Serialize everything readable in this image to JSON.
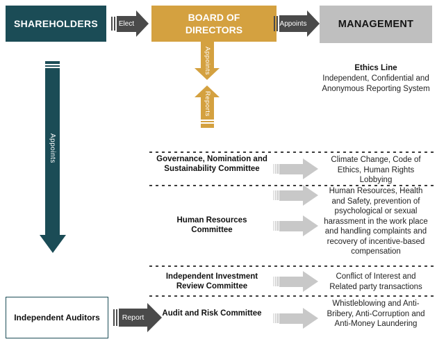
{
  "top_row": {
    "shareholders": "SHAREHOLDERS",
    "elect": "Elect",
    "board": "BOARD OF DIRECTORS",
    "appoints": "Appoints",
    "management": "MANAGEMENT"
  },
  "board_flows": {
    "appoints": "Appoints",
    "reports": "Reports"
  },
  "shareholders_flow": {
    "appoints": "Appoints"
  },
  "ethics_line": {
    "title": "Ethics Line",
    "description": "Independent, Confidential and Anonymous Reporting System"
  },
  "committees": [
    {
      "name": "Governance, Nomination and Sustainability Committee",
      "topics": "Climate Change, Code of Ethics, Human Rights Lobbying"
    },
    {
      "name": "Human Resources Committee",
      "topics": "Human Resources, Health and Safety, prevention of psychological or sexual harassment in the work place and handling complaints and recovery of incentive-based compensation"
    },
    {
      "name": "Independent Investment Review Committee",
      "topics": "Conflict of Interest and Related party transactions"
    },
    {
      "name": "Audit and Risk Committee",
      "topics": "Whistleblowing and Anti-Bribery, Anti-Corruption and Anti-Money Laundering"
    }
  ],
  "auditors": {
    "label": "Independent Auditors",
    "report": "Report"
  },
  "colors": {
    "teal": "#1B4C56",
    "gold": "#D4A140",
    "dark_arrow_gray": "#4A4A4A",
    "management_gray": "#BFBFBF",
    "committee_arrow_gray": "#C8C8C8"
  }
}
